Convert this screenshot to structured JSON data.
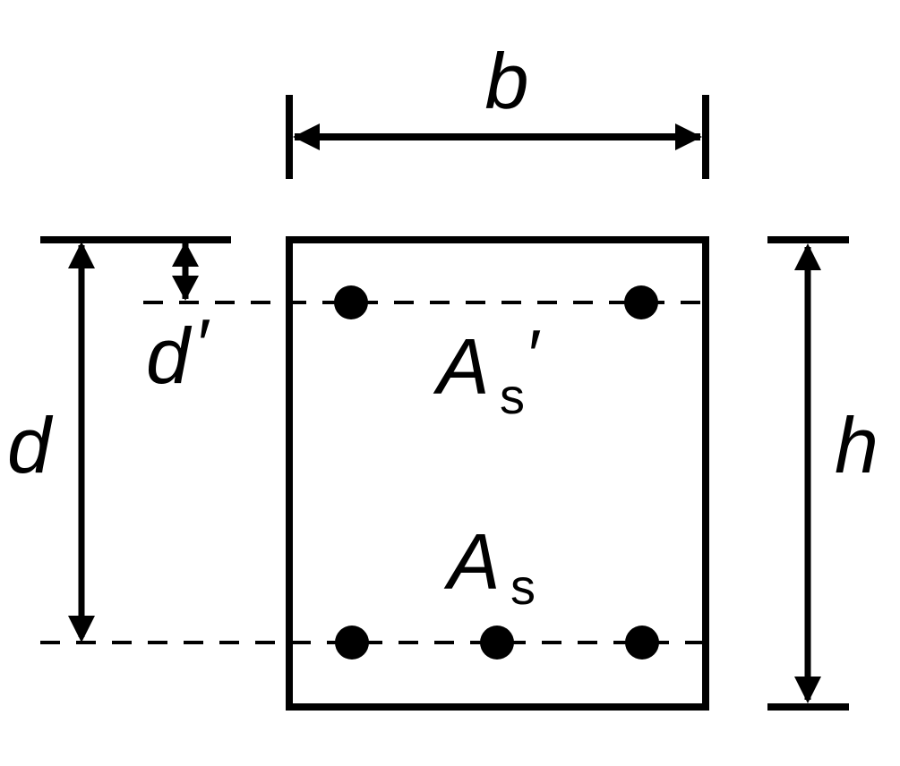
{
  "labels": {
    "width": "b",
    "height": "h",
    "effective_depth": "d",
    "compression_cover_base": "d",
    "compression_cover_prime": "′",
    "top_steel_base": "A",
    "top_steel_sub": "s",
    "top_steel_prime": "′",
    "bottom_steel_base": "A",
    "bottom_steel_sub": "s"
  },
  "bars": {
    "top_count": 2,
    "bottom_count": 3
  },
  "colors": {
    "ink": "#000000",
    "background": "#ffffff"
  }
}
